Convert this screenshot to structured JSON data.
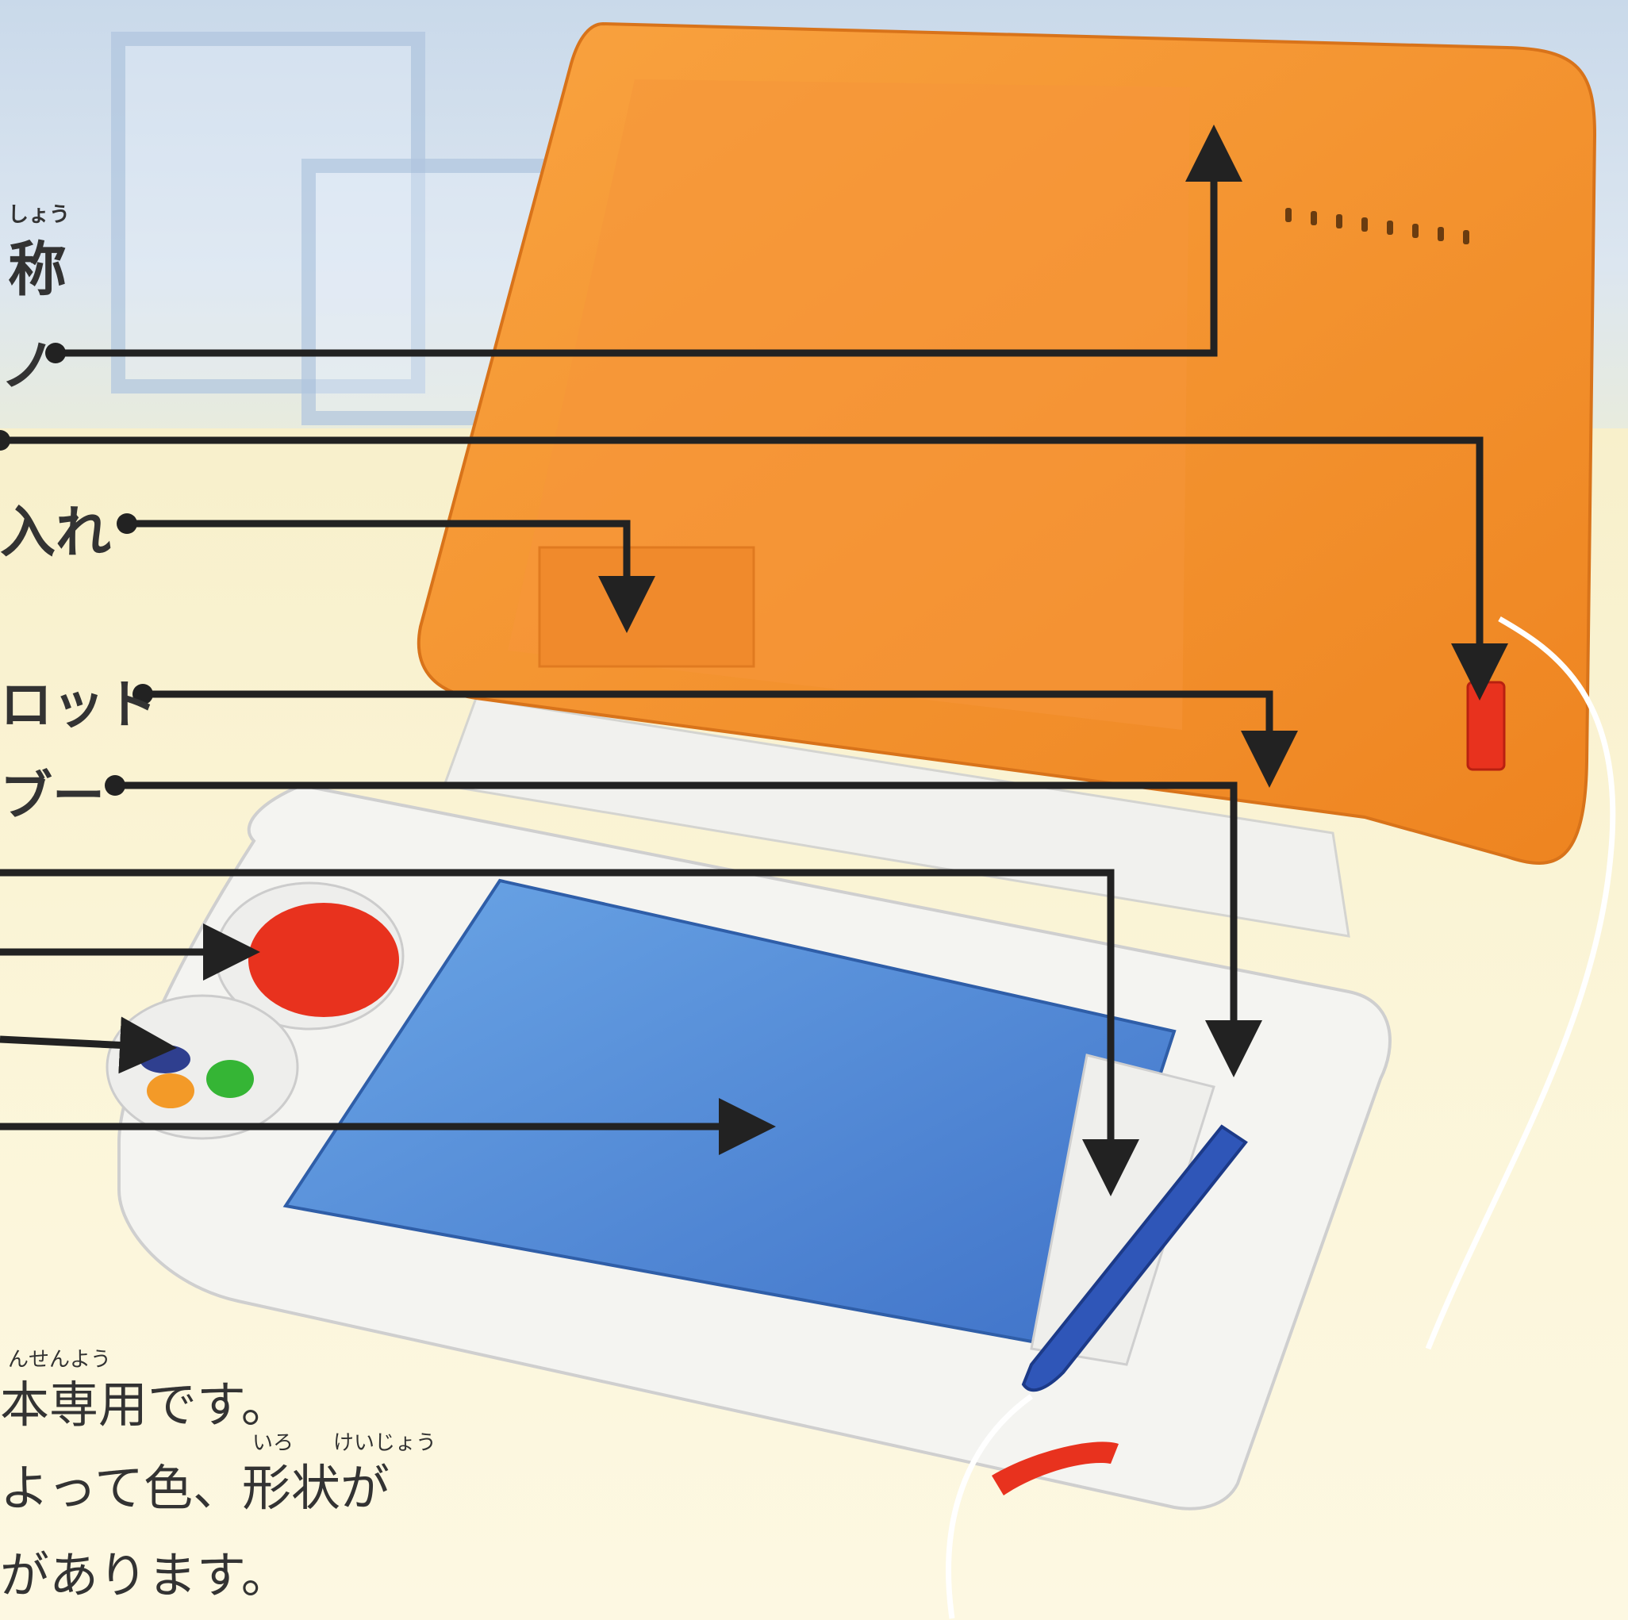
{
  "labels": {
    "heading": "称",
    "heading_ruby": "しょう",
    "label_antenna": "ノ",
    "label_holder": "入れ",
    "label_slot": "ロット",
    "label_buzzer": "ブー"
  },
  "note": {
    "line1_ruby": "んせんよう",
    "line1": "本専用です。",
    "line2_ruby_iro": "いろ",
    "line2_ruby_keijou": "けいじょう",
    "line2": "よって色、形状が",
    "line3": "があります。"
  },
  "colors": {
    "lid_orange": "#f5922a",
    "base_white": "#f4f4f2",
    "pad_blue": "#4f86d6",
    "button_red": "#e8321e",
    "button_green": "#35b535",
    "button_orange": "#f39a28",
    "button_navy": "#2f3f8f",
    "pen_blue": "#2f56b8",
    "arrow": "#222222"
  }
}
